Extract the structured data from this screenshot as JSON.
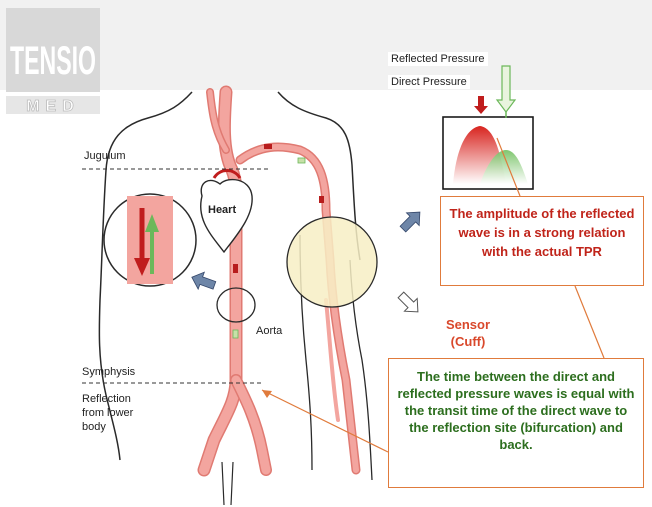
{
  "logo": {
    "top_text": "TENSIO",
    "bottom_text": "MED"
  },
  "legend": {
    "reflected_label": "Reflected Pressure",
    "direct_label": "Direct Pressure"
  },
  "labels": {
    "jugulum": "Jugulum",
    "heart": "Heart",
    "aorta": "Aorta",
    "symphysis": "Symphysis",
    "reflection_line1": "Reflection",
    "reflection_line2": "from lower",
    "reflection_line3": "body",
    "sensor_line1": "Sensor",
    "sensor_line2": "(Cuff)"
  },
  "notes": {
    "amplitude": "The amplitude of the reflected wave is in a strong relation with the actual TPR",
    "transit": "The time between the direct and reflected pressure waves is equal with the transit time of the direct wave to the reflection site (bifurcation) and back."
  },
  "colors": {
    "artery": "#f3a59f",
    "artery_edge": "#e07a72",
    "dark_red": "#c01d1d",
    "green": "#6cb85a",
    "cuff": "#f7efc4",
    "callout": "#e07b3c"
  }
}
